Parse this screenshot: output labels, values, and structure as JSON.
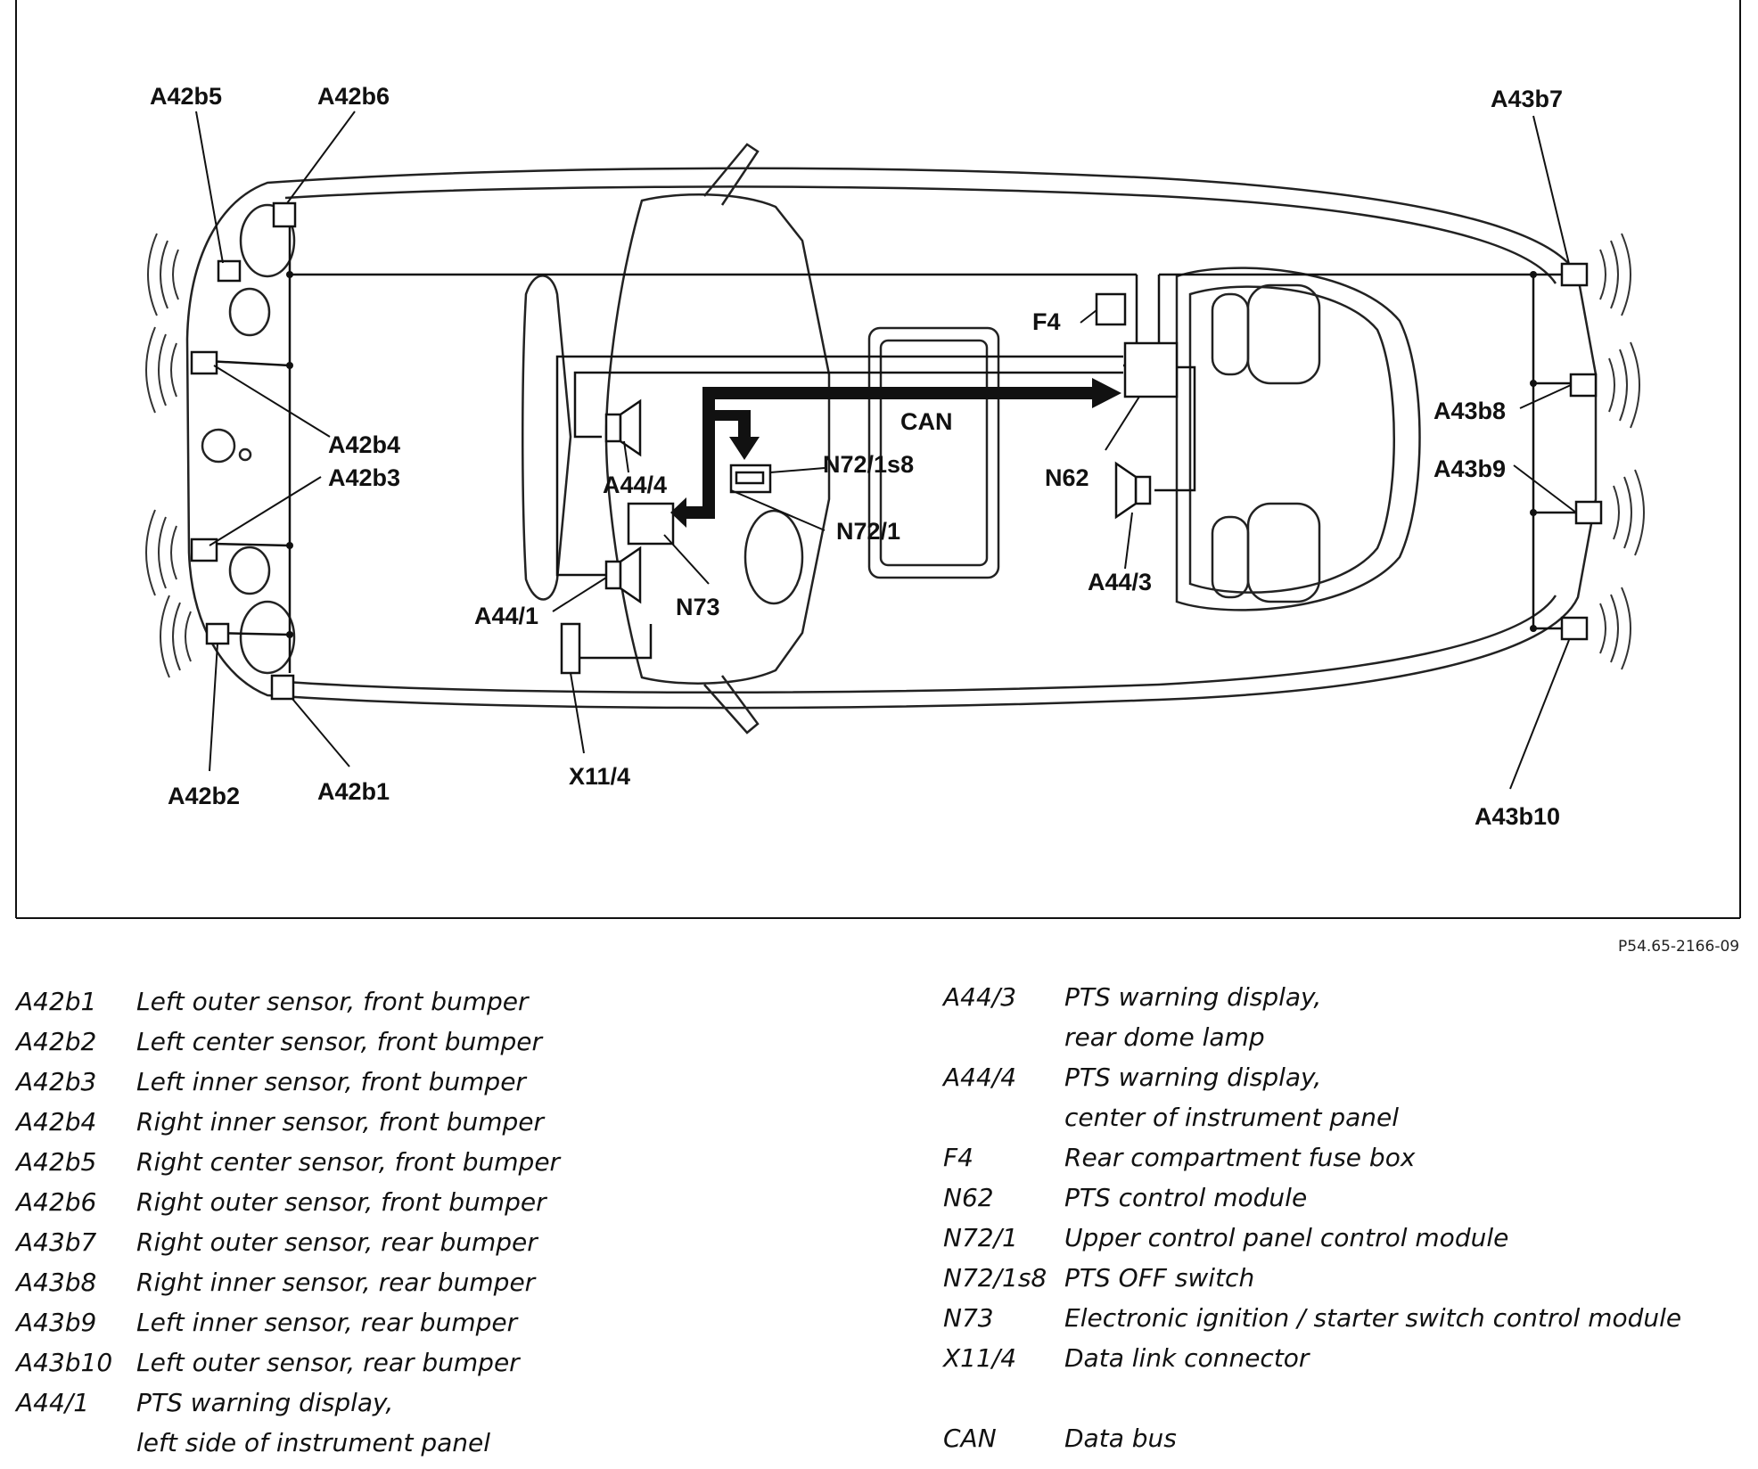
{
  "figure": {
    "reference": "P54.65-2166-09",
    "bus_label": "CAN"
  },
  "labels": {
    "A42b1": "A42b1",
    "A42b2": "A42b2",
    "A42b3": "A42b3",
    "A42b4": "A42b4",
    "A42b5": "A42b5",
    "A42b6": "A42b6",
    "A43b7": "A43b7",
    "A43b8": "A43b8",
    "A43b9": "A43b9",
    "A43b10": "A43b10",
    "A44_1": "A44/1",
    "A44_3": "A44/3",
    "A44_4": "A44/4",
    "F4": "F4",
    "N62": "N62",
    "N72_1": "N72/1",
    "N72_1s8": "N72/1s8",
    "N73": "N73",
    "X11_4": "X11/4"
  },
  "legend_left": [
    {
      "code": "A42b1",
      "desc": "Left outer sensor, front bumper"
    },
    {
      "code": "A42b2",
      "desc": "Left center sensor, front bumper"
    },
    {
      "code": "A42b3",
      "desc": "Left inner sensor, front bumper"
    },
    {
      "code": "A42b4",
      "desc": "Right inner sensor, front bumper"
    },
    {
      "code": "A42b5",
      "desc": "Right center sensor, front bumper"
    },
    {
      "code": "A42b6",
      "desc": "Right outer sensor, front bumper"
    },
    {
      "code": "A43b7",
      "desc": "Right outer sensor, rear bumper"
    },
    {
      "code": "A43b8",
      "desc": "Right inner sensor, rear bumper"
    },
    {
      "code": "A43b9",
      "desc": "Left inner sensor, rear bumper"
    },
    {
      "code": "A43b10",
      "desc": "Left outer sensor, rear bumper"
    },
    {
      "code": "A44/1",
      "desc": "PTS warning display,"
    },
    {
      "code": "",
      "desc": "left side of instrument panel"
    }
  ],
  "legend_right": [
    {
      "code": "A44/3",
      "desc": "PTS warning display,"
    },
    {
      "code": "",
      "desc": "rear dome lamp"
    },
    {
      "code": "A44/4",
      "desc": "PTS warning display,"
    },
    {
      "code": "",
      "desc": "center of instrument panel"
    },
    {
      "code": "F4",
      "desc": "Rear compartment fuse box"
    },
    {
      "code": "N62",
      "desc": "PTS control module"
    },
    {
      "code": "N72/1",
      "desc": "Upper control panel control module"
    },
    {
      "code": "N72/1s8",
      "desc": "PTS OFF switch"
    },
    {
      "code": "N73",
      "desc": "Electronic ignition / starter switch control module"
    },
    {
      "code": "X11/4",
      "desc": "Data link connector"
    },
    {
      "code": "",
      "desc": ""
    },
    {
      "code": "CAN",
      "desc": "Data bus"
    }
  ]
}
